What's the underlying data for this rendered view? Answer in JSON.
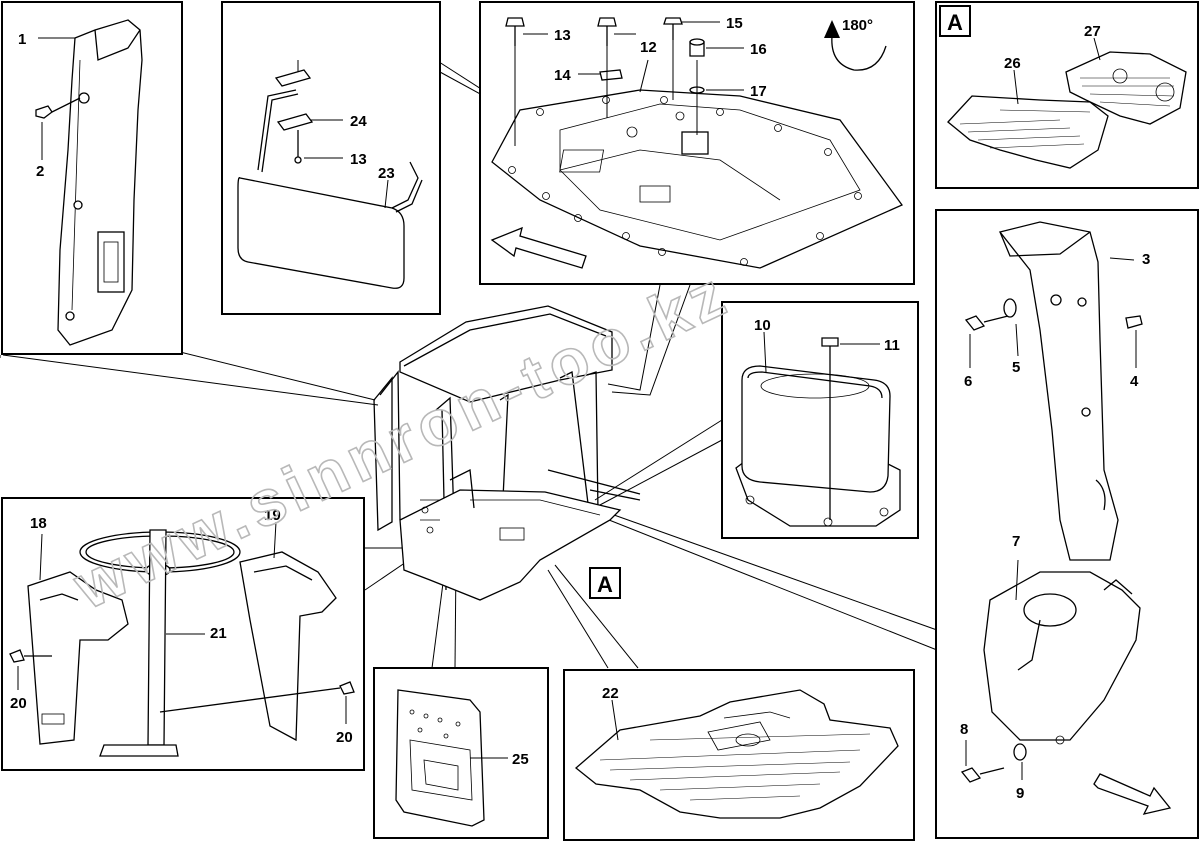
{
  "section_marker": "A",
  "rotation_note": "180°",
  "watermark": "www.sinnron-too.kz",
  "part_numbers": {
    "p1": "1",
    "p2": "2",
    "p3": "3",
    "p4": "4",
    "p5": "5",
    "p6": "6",
    "p7": "7",
    "p8": "8",
    "p9": "9",
    "p10": "10",
    "p11": "11",
    "p12": "12",
    "p13": "13",
    "p14": "14",
    "p15": "15",
    "p16": "16",
    "p17": "17",
    "p18": "18",
    "p19": "19",
    "p20": "20",
    "p21": "21",
    "p22": "22",
    "p23": "23",
    "p24": "24",
    "p25": "25",
    "p26": "26",
    "p27": "27"
  },
  "icons": [
    "rotate-arrow-icon",
    "direction-arrow-icon",
    "bolt-icon",
    "washer-icon"
  ],
  "colors": {
    "line": "#000000",
    "background": "#ffffff",
    "watermark": "#b8b8b8"
  }
}
